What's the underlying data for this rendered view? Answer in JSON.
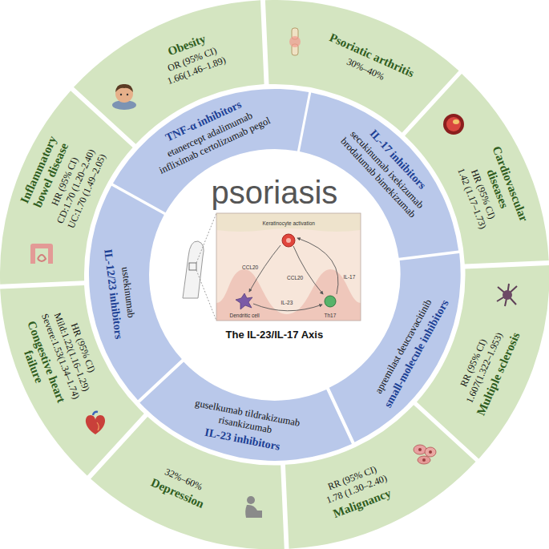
{
  "diagram": {
    "nodes": [
      {
        "text": [
          "psoriasis",
          "The IL-23/IL-17 Axis"
        ]
      },
      {
        "text": [
          "TNF-α inhibitors",
          "etanercept adalimumab infliximab certolizumab pegol"
        ]
      },
      {
        "text": [
          "IL-17 inhibitors",
          "secukinumab ixekizumab brodalumab bimekizumab"
        ]
      },
      {
        "text": [
          "small-molecule inhibitors",
          "apremilast deucravacitinib"
        ]
      },
      {
        "text": [
          "IL-23 inhibitors",
          "guselkumab tildrakizumab risankizumab"
        ]
      },
      {
        "text": [
          "IL-12/23 inhibitors",
          "ustekinumab"
        ]
      },
      {
        "text": [
          "Obesity",
          "OR (95% CI) 1.66(1.46–1.89)"
        ]
      },
      {
        "text": [
          "Psoriatic arthritis",
          "30%–40%"
        ]
      },
      {
        "text": [
          "Cardiovascular diseases",
          "HR (95% CI) 1.42 (1.17–1.73)"
        ]
      },
      {
        "text": [
          "Multiple sclerosis",
          "RR (95% CI) 1.607(1.322–1.953)"
        ]
      },
      {
        "text": [
          "Malignancy",
          "RR (95% CI) 1.78 (1.30–2.40)"
        ]
      },
      {
        "text": [
          "Depression",
          "32%–60%"
        ]
      },
      {
        "text": [
          "Congestive heart failure",
          "HR (95% CI) Mild:1.22(1.16–1.29) Severe:1.53(1.34–1.74)"
        ]
      },
      {
        "text": [
          "Inflammatory bowel disease",
          "HR (95% CI) CD:1.70 (1.20–2.40) UC:1.70 (1.49–2.05)"
        ]
      }
    ],
    "labels": [
      "Keratinocyte activation",
      "CCL20",
      "CCL20",
      "IL-17",
      "Dendritic cell",
      "IL-23",
      "Th17"
    ]
  }
}
